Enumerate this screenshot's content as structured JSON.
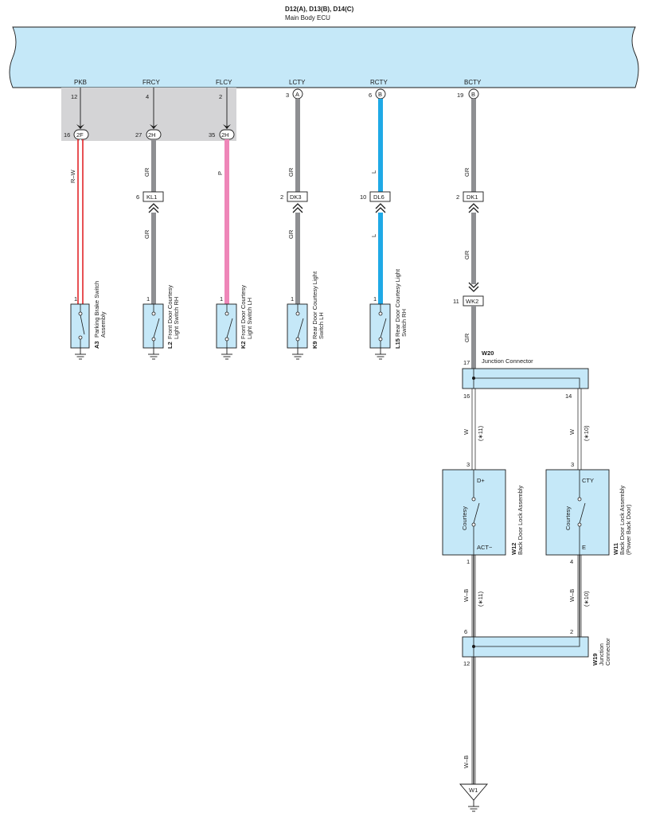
{
  "ecu": {
    "title": "D12(A), D13(B), D14(C)",
    "subtitle": "Main Body ECU"
  },
  "terminals": {
    "pkb": {
      "name": "PKB",
      "pin": "12",
      "conn_pin": "16",
      "conn": "2F"
    },
    "frcy": {
      "name": "FRCY",
      "pin": "4",
      "conn_pin": "27",
      "conn": "2H"
    },
    "flcy": {
      "name": "FLCY",
      "pin": "2",
      "conn_pin": "35",
      "conn": "2H"
    },
    "lcty": {
      "name": "LCTY",
      "pin": "3",
      "marker": "A"
    },
    "rcty": {
      "name": "RCTY",
      "pin": "6",
      "marker": "B"
    },
    "bcty": {
      "name": "BCTY",
      "pin": "19",
      "marker": "B"
    }
  },
  "wires": {
    "pkb": "R–W",
    "frcy_top": "GR",
    "frcy_bottom": "GR",
    "flcy": "P",
    "lcty_top": "GR",
    "lcty_bottom": "GR",
    "rcty_top": "L",
    "rcty_bottom": "L",
    "bcty_1": "GR",
    "bcty_2": "GR",
    "bcty_3": "GR",
    "w20_16": "W",
    "w20_14": "W",
    "w12_1": "W–B",
    "w11_4": "W–B",
    "w19_12": "W–B"
  },
  "notes": {
    "n11a": "(∗11)",
    "n10a": "(∗10)",
    "n11b": "(∗11)",
    "n10b": "(∗10)"
  },
  "inline_connectors": {
    "kl1": {
      "pin": "6",
      "name": "KL1"
    },
    "dk3": {
      "pin": "2",
      "name": "DK3"
    },
    "dl6": {
      "pin": "10",
      "name": "DL6"
    },
    "dk1": {
      "pin": "2",
      "name": "DK1"
    },
    "wk2": {
      "pin": "11",
      "name": "WK2"
    }
  },
  "switches": {
    "a3": {
      "id": "A3",
      "line1": "Parking Brake Switch",
      "line2": "Assembly",
      "pin": "1"
    },
    "l2": {
      "id": "L2",
      "line1": "Front Door Courtesy",
      "line2": "Light Switch RH",
      "pin": "1"
    },
    "k2": {
      "id": "K2",
      "line1": "Front Door Courtesy",
      "line2": "Light Switch LH",
      "pin": "1"
    },
    "k9": {
      "id": "K9",
      "line1": "Rear Door Courtesy Light",
      "line2": "Switch LH",
      "pin": "1"
    },
    "l15": {
      "id": "L15",
      "line1": "Rear Door Courtesy Light",
      "line2": "Switch RH",
      "pin": "1"
    }
  },
  "w20": {
    "id": "W20",
    "name": "Junction Connector",
    "pin_in": "17",
    "pin_a": "16",
    "pin_b": "14"
  },
  "w12": {
    "id": "W12",
    "name": "Back Door Lock Assembly",
    "pin_top": "3",
    "pin_bottom": "1",
    "term_top": "D+",
    "term_bottom": "ACT−",
    "inner": "Courtesy"
  },
  "w11": {
    "id": "W11",
    "name": "Back Door Lock Assembly",
    "name2": "(Power Back Door)",
    "pin_top": "3",
    "pin_bottom": "4",
    "term_top": "CTY",
    "term_bottom": "E",
    "inner": "Courtesy"
  },
  "w19": {
    "id": "W19",
    "name": "Junction",
    "name2": "Connector",
    "pin_a": "6",
    "pin_b": "2",
    "pin_out": "12"
  },
  "ground": {
    "id": "W1"
  },
  "colors": {
    "ecu_fill": "#c5e8f8",
    "shade": "#d4d4d6",
    "red": "#e3262a",
    "gray": "#8e8f92",
    "pink": "#ee86b8",
    "blue": "#1fa9e6",
    "box_fill": "#c5e8f8"
  }
}
